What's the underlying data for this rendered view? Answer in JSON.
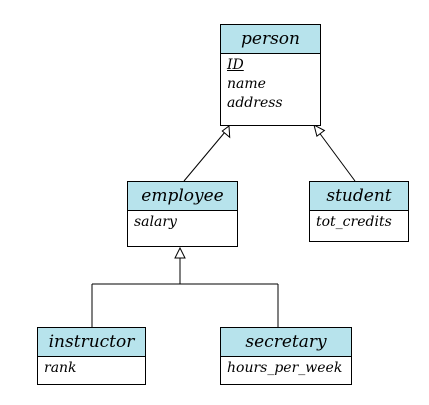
{
  "colors": {
    "header_fill": "#b7e3ec",
    "border": "#000000",
    "background": "#ffffff"
  },
  "entities": {
    "person": {
      "name": "person",
      "attributes": [
        "ID",
        "name",
        "address"
      ],
      "primary_key": "ID"
    },
    "employee": {
      "name": "employee",
      "attributes": [
        "salary"
      ]
    },
    "student": {
      "name": "student",
      "attributes": [
        "tot_credits"
      ]
    },
    "instructor": {
      "name": "instructor",
      "attributes": [
        "rank"
      ]
    },
    "secretary": {
      "name": "secretary",
      "attributes": [
        "hours_per_week"
      ]
    }
  },
  "relationships": [
    {
      "type": "specialization",
      "parent": "person",
      "children": [
        "employee",
        "student"
      ],
      "style": "separate"
    },
    {
      "type": "specialization",
      "parent": "employee",
      "children": [
        "instructor",
        "secretary"
      ],
      "style": "shared"
    }
  ]
}
